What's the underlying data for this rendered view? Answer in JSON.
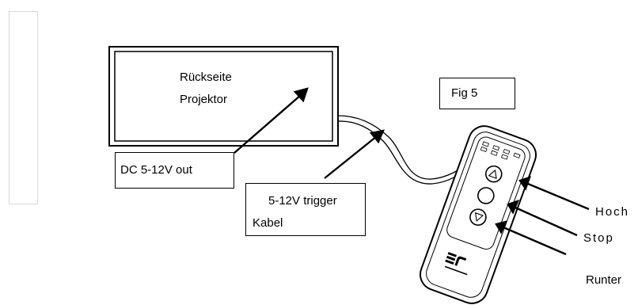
{
  "projector": {
    "line1": "Rückseite",
    "line2": "Projektor"
  },
  "figure_label": "Fig 5",
  "callouts": {
    "dc_out": "DC 5-12V out",
    "trigger_line1": "5-12V trigger",
    "trigger_line2": "Kabel"
  },
  "remote_buttons": {
    "up": "Hoch",
    "stop": "Stop",
    "down": "Runter"
  }
}
